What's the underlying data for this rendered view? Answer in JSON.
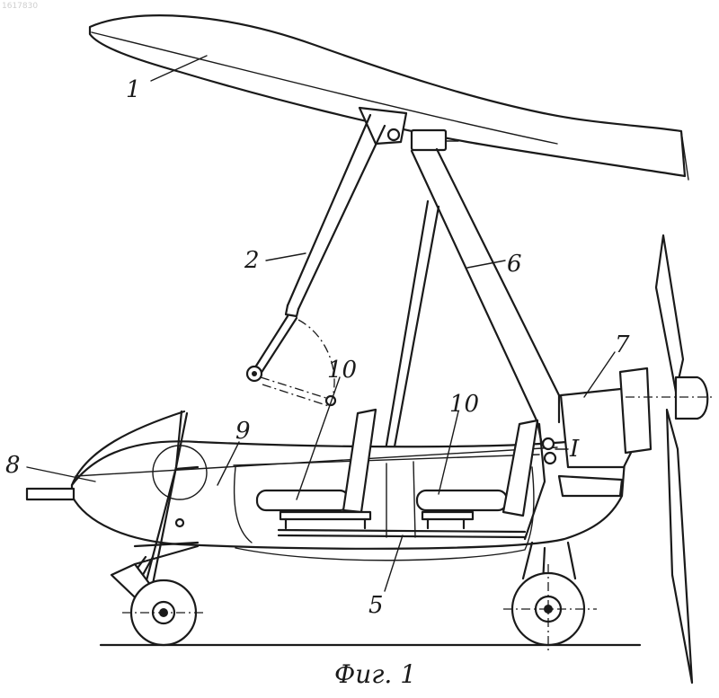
{
  "watermark": "1617830",
  "labels": {
    "wing": "1",
    "strut": "2",
    "keel": "5",
    "mast": "6",
    "engine": "7",
    "nose": "8",
    "cabin": "9",
    "seat_front": "10",
    "seat_rear": "10",
    "section_mark": "I"
  },
  "caption": "Фиг. 1"
}
